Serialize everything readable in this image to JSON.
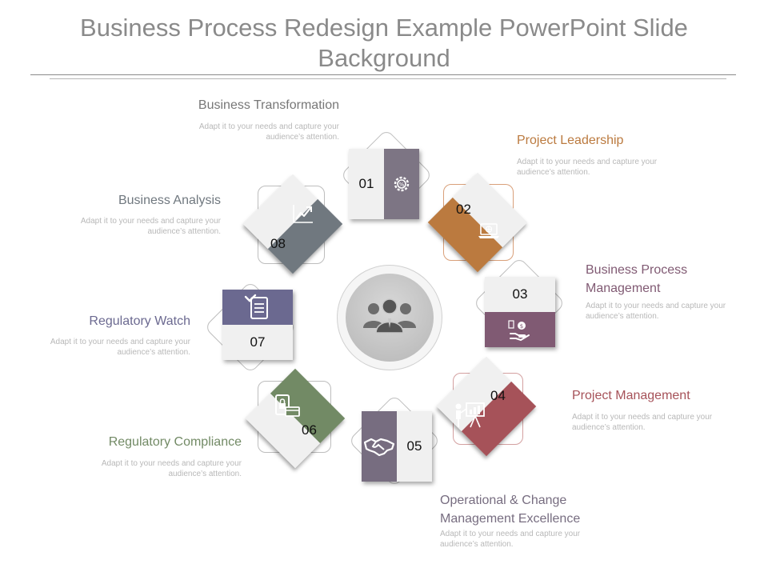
{
  "title": "Business Process Redesign Example PowerPoint Slide Background",
  "description": "Adapt it to your needs and capture your audience’s attention.",
  "colors": {
    "gray": "#7a7a7a",
    "mauve": "#7d7584",
    "orange": "#bb7a3f",
    "plum": "#805a73",
    "red": "#a65259",
    "purple": "#776d80",
    "green": "#728a65",
    "slate": "#70787f",
    "indigo": "#6b6990"
  },
  "steps": [
    {
      "number": "01",
      "label": "Business Transformation",
      "color": "#6e6e6e",
      "icon": "gear-percent-icon"
    },
    {
      "number": "02",
      "label": "Project Leadership",
      "color": "#bb7a3f",
      "icon": "laptop-globe-icon"
    },
    {
      "number": "03",
      "label": "Business Process Management",
      "color": "#7e5a78",
      "icon": "hand-money-icon"
    },
    {
      "number": "04",
      "label": "Project Management",
      "color": "#a75a5a",
      "icon": "presentation-icon"
    },
    {
      "number": "05",
      "label": "Operational & Change Management Excellence",
      "color": "#6e6e6e",
      "icon": "handshake-icon"
    },
    {
      "number": "06",
      "label": "Regulatory Compliance",
      "color": "#708a62",
      "icon": "lock-card-icon"
    },
    {
      "number": "07",
      "label": "Regulatory Watch",
      "color": "#6e6e6e",
      "icon": "checklist-icon"
    },
    {
      "number": "08",
      "label": "Business Analysis",
      "color": "#6e6e6e",
      "icon": "trend-chart-icon"
    }
  ]
}
